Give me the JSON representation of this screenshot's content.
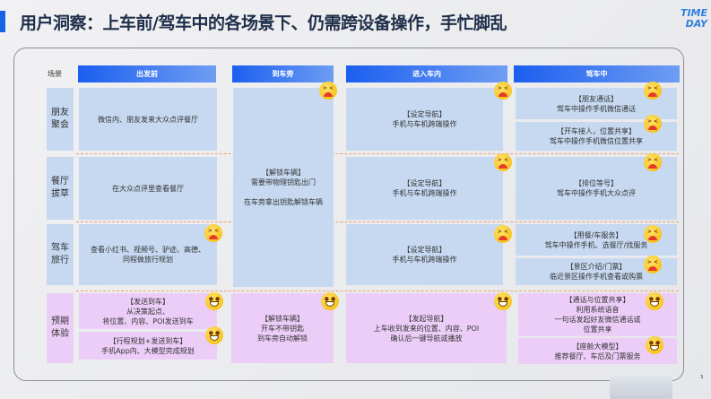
{
  "title": "用户洞察：上车前/驾车中的各场景下、仍需跨设备操作，手忙脚乱",
  "logo": {
    "line1": "TIME",
    "line2": "DAY"
  },
  "page_number": "3",
  "table": {
    "corner": "场景",
    "columns": [
      "出发前",
      "到车旁",
      "进入车内",
      "驾车中"
    ],
    "rows": [
      "朋友\n聚会",
      "餐厅\n拔草",
      "驾车\n旅行",
      "预期\n体验"
    ],
    "cells": {
      "r1c1": "微信内、朋友发来大众点评餐厅",
      "c2_merged": "【解锁车辆】\n需要带物理钥匙出门\n\n在车旁拿出钥匙解锁车辆",
      "r1c3": "【设定导航】\n手机与车机跨端操作",
      "r1c4a": "【朋友通话】\n驾车中操作手机微信通话",
      "r1c4b": "【开车接人，位置共享】\n驾车中操作手机微信位置共享",
      "r2c1": "在大众点评里查看餐厅",
      "r2c3": "【设定导航】\n手机与车机跨端操作",
      "r2c4": "【排位等号】\n驾车中操作手机大众点评",
      "r3c1": "查看小红书、视频号、驴迹、高德、\n同程做旅行规划",
      "r3c3": "【设定导航】\n手机与车机跨端操作",
      "r3c4a": "【用餐/车服务】\n驾车中操作手机、选餐厅/找服务",
      "r3c4b": "【景区介绍/门票】\n临近景区操作手机查看或购票",
      "r4c1a": "【发送到车】\n从决策起点、\n将位置、内容、POI发送到车",
      "r4c1b": "【行程规划+发送到车】\n手机App内、大模型完成规划",
      "r4c2": "【解锁车辆】\n开车不带钥匙\n到车旁自动解锁",
      "r4c3": "【发起导航】\n上车收到发来的位置、内容、POI\n确认后一键导航或播放",
      "r4c4a": "【通话与位置共享】\n利用系统语音\n一句话发起好友微信通话或\n位置共享",
      "r4c4b": "【座舱大模型】\n推荐餐厅、车后及门票服务"
    }
  },
  "colors": {
    "accent": "#1565e8",
    "pain_cell": "#c6d9f1",
    "expected_cell": "#eccdf8",
    "separator": "#eca072"
  }
}
